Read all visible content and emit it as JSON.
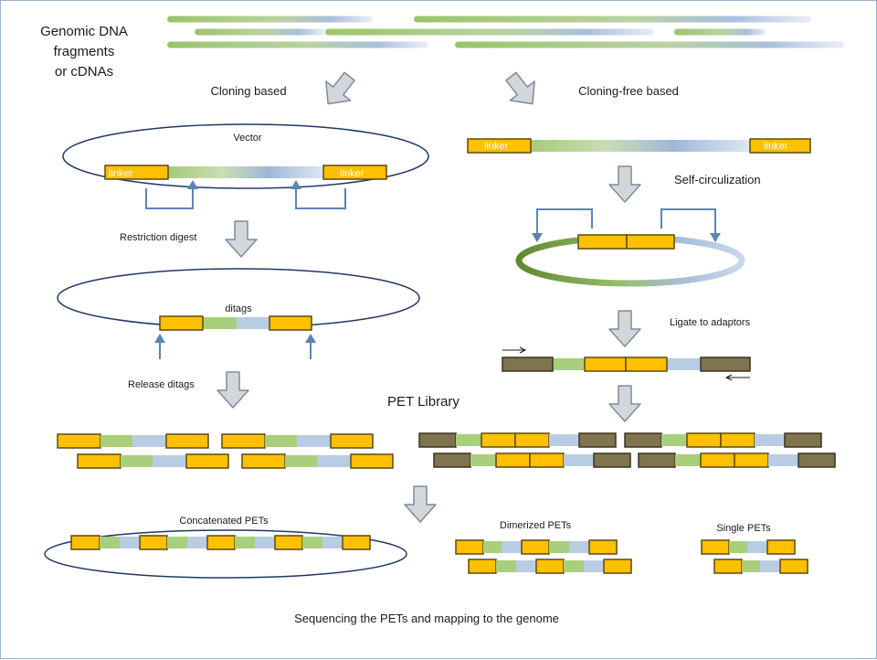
{
  "labels": {
    "source": [
      "Genomic DNA",
      "fragments",
      "or cDNAs"
    ],
    "cloning_based": "Cloning based",
    "cloning_free": "Cloning-free based",
    "vector": "Vector",
    "linker": "linker",
    "restriction_digest": "Restriction digest",
    "ditags": "ditags",
    "release_ditags": "Release ditags",
    "self_circulization": "Self-circulization",
    "ligate_adaptors": "Ligate to adaptors",
    "pet_library": "PET Library",
    "concatenated": "Concatenated PETs",
    "dimerized": "Dimerized PETs",
    "single": "Single PETs",
    "footer": "Sequencing the PETs and mapping to the genome"
  },
  "colors": {
    "tag_yellow": "#ffc000",
    "tag_border": "#5c4a10",
    "green_segment": "#a9cf7c",
    "blue_segment": "#b8cce4",
    "adaptor": "#7f7350",
    "arrow_fill": "#d3d7dc",
    "arrow_stroke": "#7f8c99",
    "bracket_blue": "#5b84b5",
    "outline": "#1f3864"
  }
}
